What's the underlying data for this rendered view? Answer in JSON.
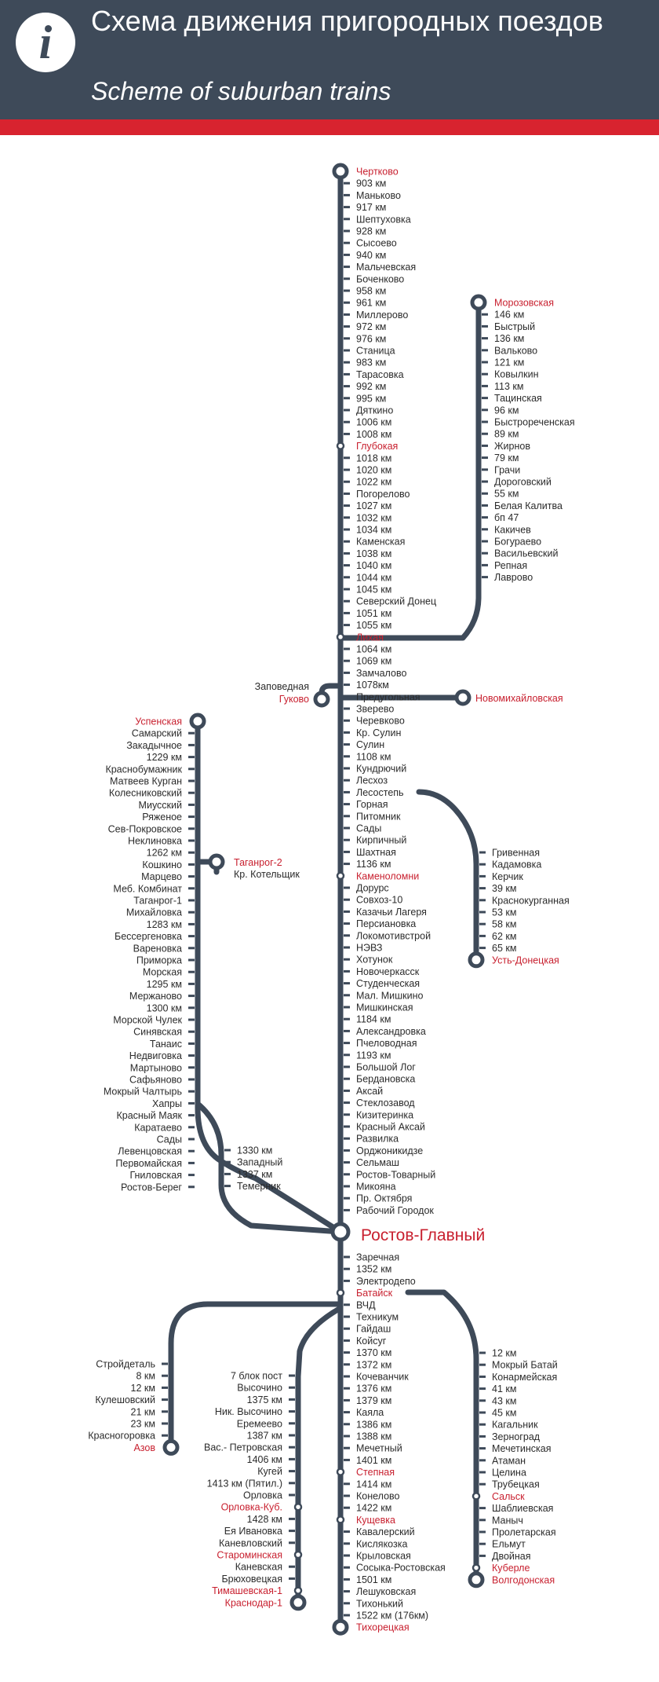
{
  "header": {
    "title_ru": "Схема движения пригородных поездов",
    "title_en": "Scheme of suburban trains",
    "icon": "info-icon",
    "colors": {
      "header_bg": "#3e4a59",
      "accent_red": "#d8232f",
      "line": "#3e4a59",
      "station_red": "#c8202f"
    }
  },
  "lines": {
    "main": [
      "Чертково",
      "903 км",
      "Маньково",
      "917 км",
      "Шептуховка",
      "928 км",
      "Сысоево",
      "940 км",
      "Мальчевская",
      "Боченково",
      "958 км",
      "961 км",
      "Миллерово",
      "972 км",
      "976 км",
      "Станица",
      "983 км",
      "Тарасовка",
      "992 км",
      "995 км",
      "Дяткино",
      "1006 км",
      "1008 км",
      "Глубокая",
      "1018 км",
      "1020 км",
      "1022 км",
      "Погорелово",
      "1027 км",
      "1032 км",
      "1034 км",
      "Каменская",
      "1038 км",
      "1040 км",
      "1044 км",
      "1045 км",
      "Северский Донец",
      "1051 км",
      "1055 км",
      "Лихая",
      "1064 км",
      "1069 км",
      "Замчалово",
      "1078км",
      "Предугольная",
      "Зверево",
      "Черевково",
      "Кр. Сулин",
      "Сулин",
      "1108 км",
      "Кундрючий",
      "Лесхоз",
      "Лесостепь",
      "Горная",
      "Питомник",
      "Сады",
      "Кирпичный",
      "Шахтная",
      "1136 км",
      "Каменоломни",
      "Дорурс",
      "Совхоз-10",
      "Казачьи Лагеря",
      "Персиановка",
      "Локомотивстрой",
      "НЭВЗ",
      "Хотунок",
      "Новочеркасск",
      "Студенческая",
      "Мал. Мишкино",
      "Мишкинская",
      "1184 км",
      "Александровка",
      "Пчеловодная",
      "1193 км",
      "Большой Лог",
      "Бердановска",
      "Аксай",
      "Стеклозавод",
      "Кизитеринка",
      "Красный Аксай",
      "Развилка",
      "Орджоникидзе",
      "Сельмаш",
      "Ростов-Товарный",
      "Микояна",
      "Пр. Октября",
      "Рабочий Городок"
    ],
    "main_red": [
      "Чертково",
      "Глубокая",
      "Лихая",
      "Каменоломни"
    ],
    "hub": "Ростов-Главный",
    "south": [
      "Заречная",
      "1352 км",
      "Электродепо",
      "Батайск",
      "ВЧД",
      "Техникум",
      "Гайдаш",
      "Койсуг",
      "1370 км",
      "1372 км",
      "Кочеванчик",
      "1376 км",
      "1379 км",
      "Каяла",
      "1386 км",
      "1388 км",
      "Мечетный",
      "1401 км",
      "Степная",
      "1414 км",
      "Конелово",
      "1422 км",
      "Кущевка",
      "Кавалерский",
      "Кислякозка",
      "Крыловская",
      "Сосыка-Ростовская",
      "1501 км",
      "Лешуковская",
      "Тихонький",
      "1522 км (176км)",
      "Тихорецкая"
    ],
    "south_red": [
      "Батайск",
      "Степная",
      "Кущевка",
      "Тихорецкая"
    ],
    "morozovsk": [
      "Морозовская",
      "146 км",
      "Быстрый",
      "136 км",
      "Вальково",
      "121 км",
      "Ковылкин",
      "113 км",
      "Тацинская",
      "96 км",
      "Быстрореченская",
      "89 км",
      "Жирнов",
      "79 км",
      "Грачи",
      "Дороговский",
      "55 км",
      "Белая Калитва",
      "бп 47",
      "Какичев",
      "Богураево",
      "Васильевский",
      "Репная",
      "Лаврово"
    ],
    "gukovo": [
      "Заповедная",
      "Гуково"
    ],
    "novomikhailovskaya": "Новомихайловская",
    "ust_donetskaya": [
      "Гривенная",
      "Кадамовка",
      "Керчик",
      "39 км",
      "Краснокурганная",
      "53 км",
      "58 км",
      "62 км",
      "65 км",
      "Усть-Донецкая"
    ],
    "uspenskaya": [
      "Успенская",
      "Самарский",
      "Закадычное",
      "1229 км",
      "Краснобумажник",
      "Матвеев Курган",
      "Колесниковский",
      "Миусский",
      "Ряженое",
      "Сев-Покровское",
      "Неклиновка",
      "1262 км",
      "Кошкино",
      "Марцево",
      "Меб. Комбинат",
      "Таганрог-1",
      "Михайловка",
      "1283 км",
      "Бессергеновка",
      "Вареновка",
      "Приморка",
      "Морская",
      "1295 км",
      "Мержаново",
      "1300 км",
      "Морской Чулек",
      "Синявская",
      "Танаис",
      "Недвиговка",
      "Мартыново",
      "Сафьяново",
      "Мокрый Чалтырь",
      "Хапры",
      "Красный Маяк",
      "Каратаево",
      "Сады",
      "Левенцовская",
      "Первомайская",
      "Гниловская",
      "Ростов-Берег"
    ],
    "taganrog2": [
      "Таганрог-2",
      "Кр. Котельщик"
    ],
    "zapadny": [
      "1330 км",
      "Западный",
      "1337 км",
      "Темерник"
    ],
    "azov": [
      "Стройдеталь",
      "8 км",
      "12 км",
      "Кулешовский",
      "21 км",
      "23 км",
      "Красногоровка",
      "Азов"
    ],
    "krasnodar": [
      "7 блок пост",
      "Высочино",
      "1375 км",
      "Ник. Высочино",
      "Еремеево",
      "1387 км",
      "Вас.- Петровская",
      "1406 км",
      "Кугей",
      "1413 км (Пятил.)",
      "Орловка",
      "Орловка-Куб.",
      "1428 км",
      "Ея Ивановка",
      "Каневловский",
      "Староминская",
      "Каневская",
      "Брюховецкая",
      "Тимашевская-1",
      "Краснодар-1"
    ],
    "krasnodar_red": [
      "Орловка-Куб.",
      "Староминская",
      "Тимашевская-1",
      "Краснодар-1"
    ],
    "volgodonsk": [
      "12 км",
      "Мокрый Батай",
      "Конармейская",
      "41 км",
      "43 км",
      "45 км",
      "Кагальник",
      "Зерноград",
      "Мечетинская",
      "Атаман",
      "Целина",
      "Трубецкая",
      "Сальск",
      "Шаблиевская",
      "Маныч",
      "Пролетарская",
      "Ельмут",
      "Двойная",
      "Куберле",
      "Волгодонская"
    ],
    "volgodonsk_red": [
      "Сальск",
      "Куберле",
      "Волгодонская"
    ]
  }
}
